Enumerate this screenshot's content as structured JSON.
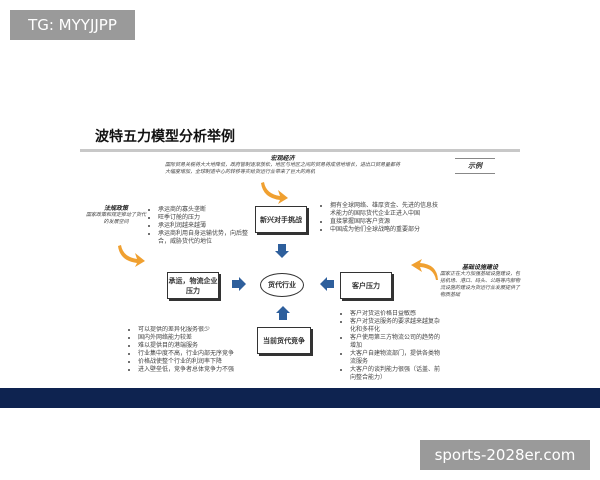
{
  "tag": "TG: MYYJJPP",
  "watermark": "sports-2028er.com",
  "title": "波特五力模型分析举例",
  "sample": "示例",
  "macro": {
    "heading": "宏观经济",
    "text": "国际贸易关税将大大地降低，政府管制逐渐放松，地区与地区之间的贸易将成倍地增长，进出口贸易量都将大幅度增加，全球制造中心的转移等实给货运行业带来了巨大的商机"
  },
  "policy": {
    "heading": "法规政策",
    "text": "国家政策和规定推动了货代的发展空间"
  },
  "infra": {
    "heading": "基础设施建设",
    "text": "国家正在大力加强基础设施建设，包括机场、港口、码头、公路等内部物流设施的建设为货运行业发展提供了物质基础"
  },
  "boxes": {
    "new_entrants": "新兴对手挑战",
    "suppliers": "承运，物流企业压力",
    "center": "货代行业",
    "customers": "客户压力",
    "rivalry": "当前货代竞争"
  },
  "supplier_points": [
    "承运商的寡头垄断",
    "旺季订舱的压力",
    "承运利润越来越薄",
    "承运商利用自身运输优势，向后整合，威胁货代的地位"
  ],
  "entrant_points": [
    "拥有全球网络、雄厚资金、先进的信息技术能力的国际货代企业正进入中国",
    "直接掌握国际客户资源",
    "中国成为他们全球战略的重要部分"
  ],
  "rivalry_points": [
    "可以提供的差异化服务很少",
    "国内外网络能力较差",
    "难以提供目的港端服务",
    "行业集中度不高，行业内部无序竞争",
    "价格战使整个行业的利润率下降",
    "进入壁垒低，竞争者总体竞争力不强"
  ],
  "customer_points": [
    "客户对货运价格日益敏感",
    "客户对货运服务的要求越来越复杂化和多样化",
    "客户使用第三方物流公司的趋势的增加",
    "大客户自建物流部门，提供各类物流服务",
    "大客户的谈判能力很强（话盖、前向整合能力）"
  ]
}
